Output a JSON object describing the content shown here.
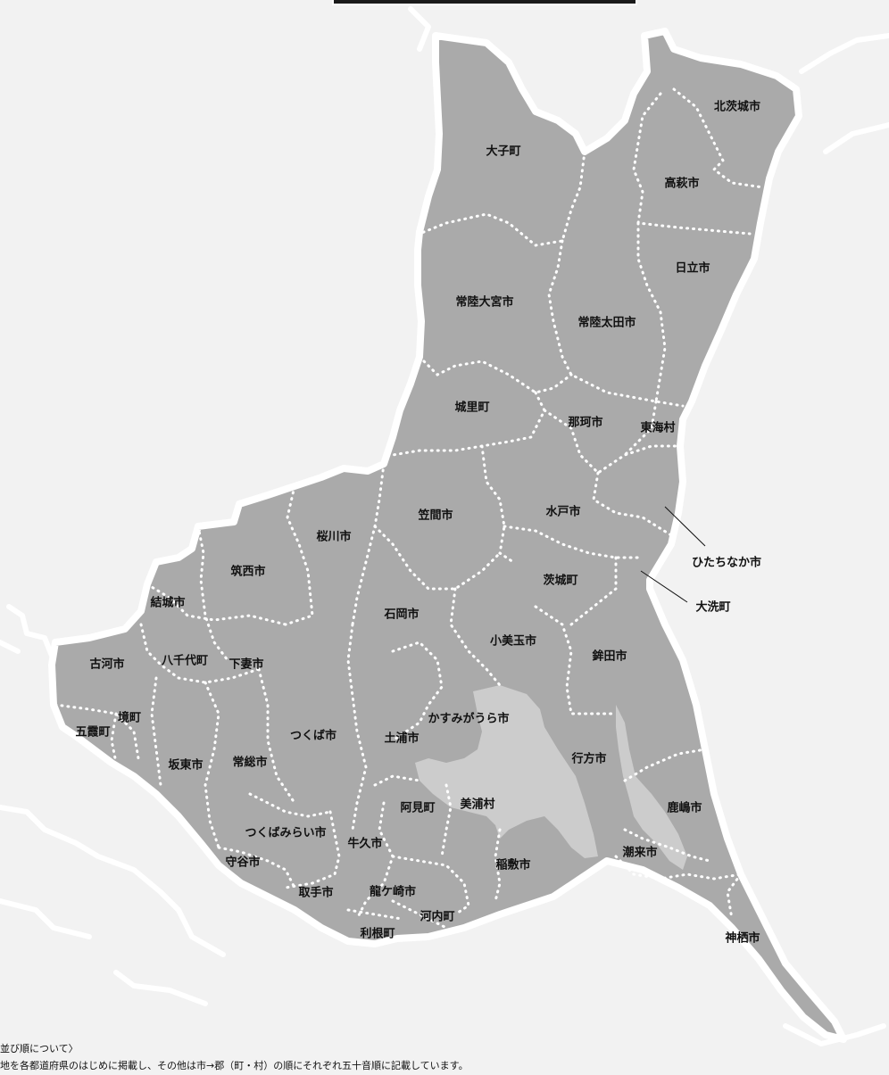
{
  "municipalities": [
    {
      "key": "kitaibaraki",
      "name": "北茨城市"
    },
    {
      "key": "takahagi",
      "name": "高萩市"
    },
    {
      "key": "daigo",
      "name": "大子町"
    },
    {
      "key": "hitachi",
      "name": "日立市"
    },
    {
      "key": "hitachiomiya",
      "name": "常陸大宮市"
    },
    {
      "key": "hitachiota",
      "name": "常陸太田市"
    },
    {
      "key": "shirosato",
      "name": "城里町"
    },
    {
      "key": "naka",
      "name": "那珂市"
    },
    {
      "key": "tokai",
      "name": "東海村"
    },
    {
      "key": "kasama",
      "name": "笠間市"
    },
    {
      "key": "mito",
      "name": "水戸市"
    },
    {
      "key": "sakuragawa",
      "name": "桜川市"
    },
    {
      "key": "hitachinaka",
      "name": "ひたちなか市"
    },
    {
      "key": "chikusei",
      "name": "筑西市"
    },
    {
      "key": "ibaraki",
      "name": "茨城町"
    },
    {
      "key": "oarai",
      "name": "大洗町"
    },
    {
      "key": "yuki",
      "name": "結城市"
    },
    {
      "key": "ishioka",
      "name": "石岡市"
    },
    {
      "key": "omitama",
      "name": "小美玉市"
    },
    {
      "key": "hokota",
      "name": "鉾田市"
    },
    {
      "key": "koga",
      "name": "古河市"
    },
    {
      "key": "yachiyo",
      "name": "八千代町"
    },
    {
      "key": "shimotsuma",
      "name": "下妻市"
    },
    {
      "key": "sakai",
      "name": "境町"
    },
    {
      "key": "kasumigaura",
      "name": "かすみがうら市"
    },
    {
      "key": "goka",
      "name": "五霞町"
    },
    {
      "key": "tsukuba",
      "name": "つくば市"
    },
    {
      "key": "tsuchiura",
      "name": "土浦市"
    },
    {
      "key": "bando",
      "name": "坂東市"
    },
    {
      "key": "joso",
      "name": "常総市"
    },
    {
      "key": "namegata",
      "name": "行方市"
    },
    {
      "key": "ami",
      "name": "阿見町"
    },
    {
      "key": "miho",
      "name": "美浦村"
    },
    {
      "key": "kashima",
      "name": "鹿嶋市"
    },
    {
      "key": "tsukubamirai",
      "name": "つくばみらい市"
    },
    {
      "key": "ushiku",
      "name": "牛久市"
    },
    {
      "key": "moriya",
      "name": "守谷市"
    },
    {
      "key": "itako",
      "name": "潮来市"
    },
    {
      "key": "inashiki",
      "name": "稲敷市"
    },
    {
      "key": "toride",
      "name": "取手市"
    },
    {
      "key": "ryugasaki",
      "name": "龍ケ崎市"
    },
    {
      "key": "kawachi",
      "name": "河内町"
    },
    {
      "key": "tone",
      "name": "利根町"
    },
    {
      "key": "kamisu",
      "name": "神栖市"
    }
  ],
  "note": {
    "line1": "並び順について〉",
    "line2": "地を各都道府県のはじめに掲載し、その他は市→郡（町・村）の順にそれぞれ五十音順に記載しています。"
  },
  "colors": {
    "background": "#f2f2f2",
    "land": "#aaaaaa",
    "lake": "#cccccc",
    "outline": "#ffffff",
    "label": "#111111"
  }
}
